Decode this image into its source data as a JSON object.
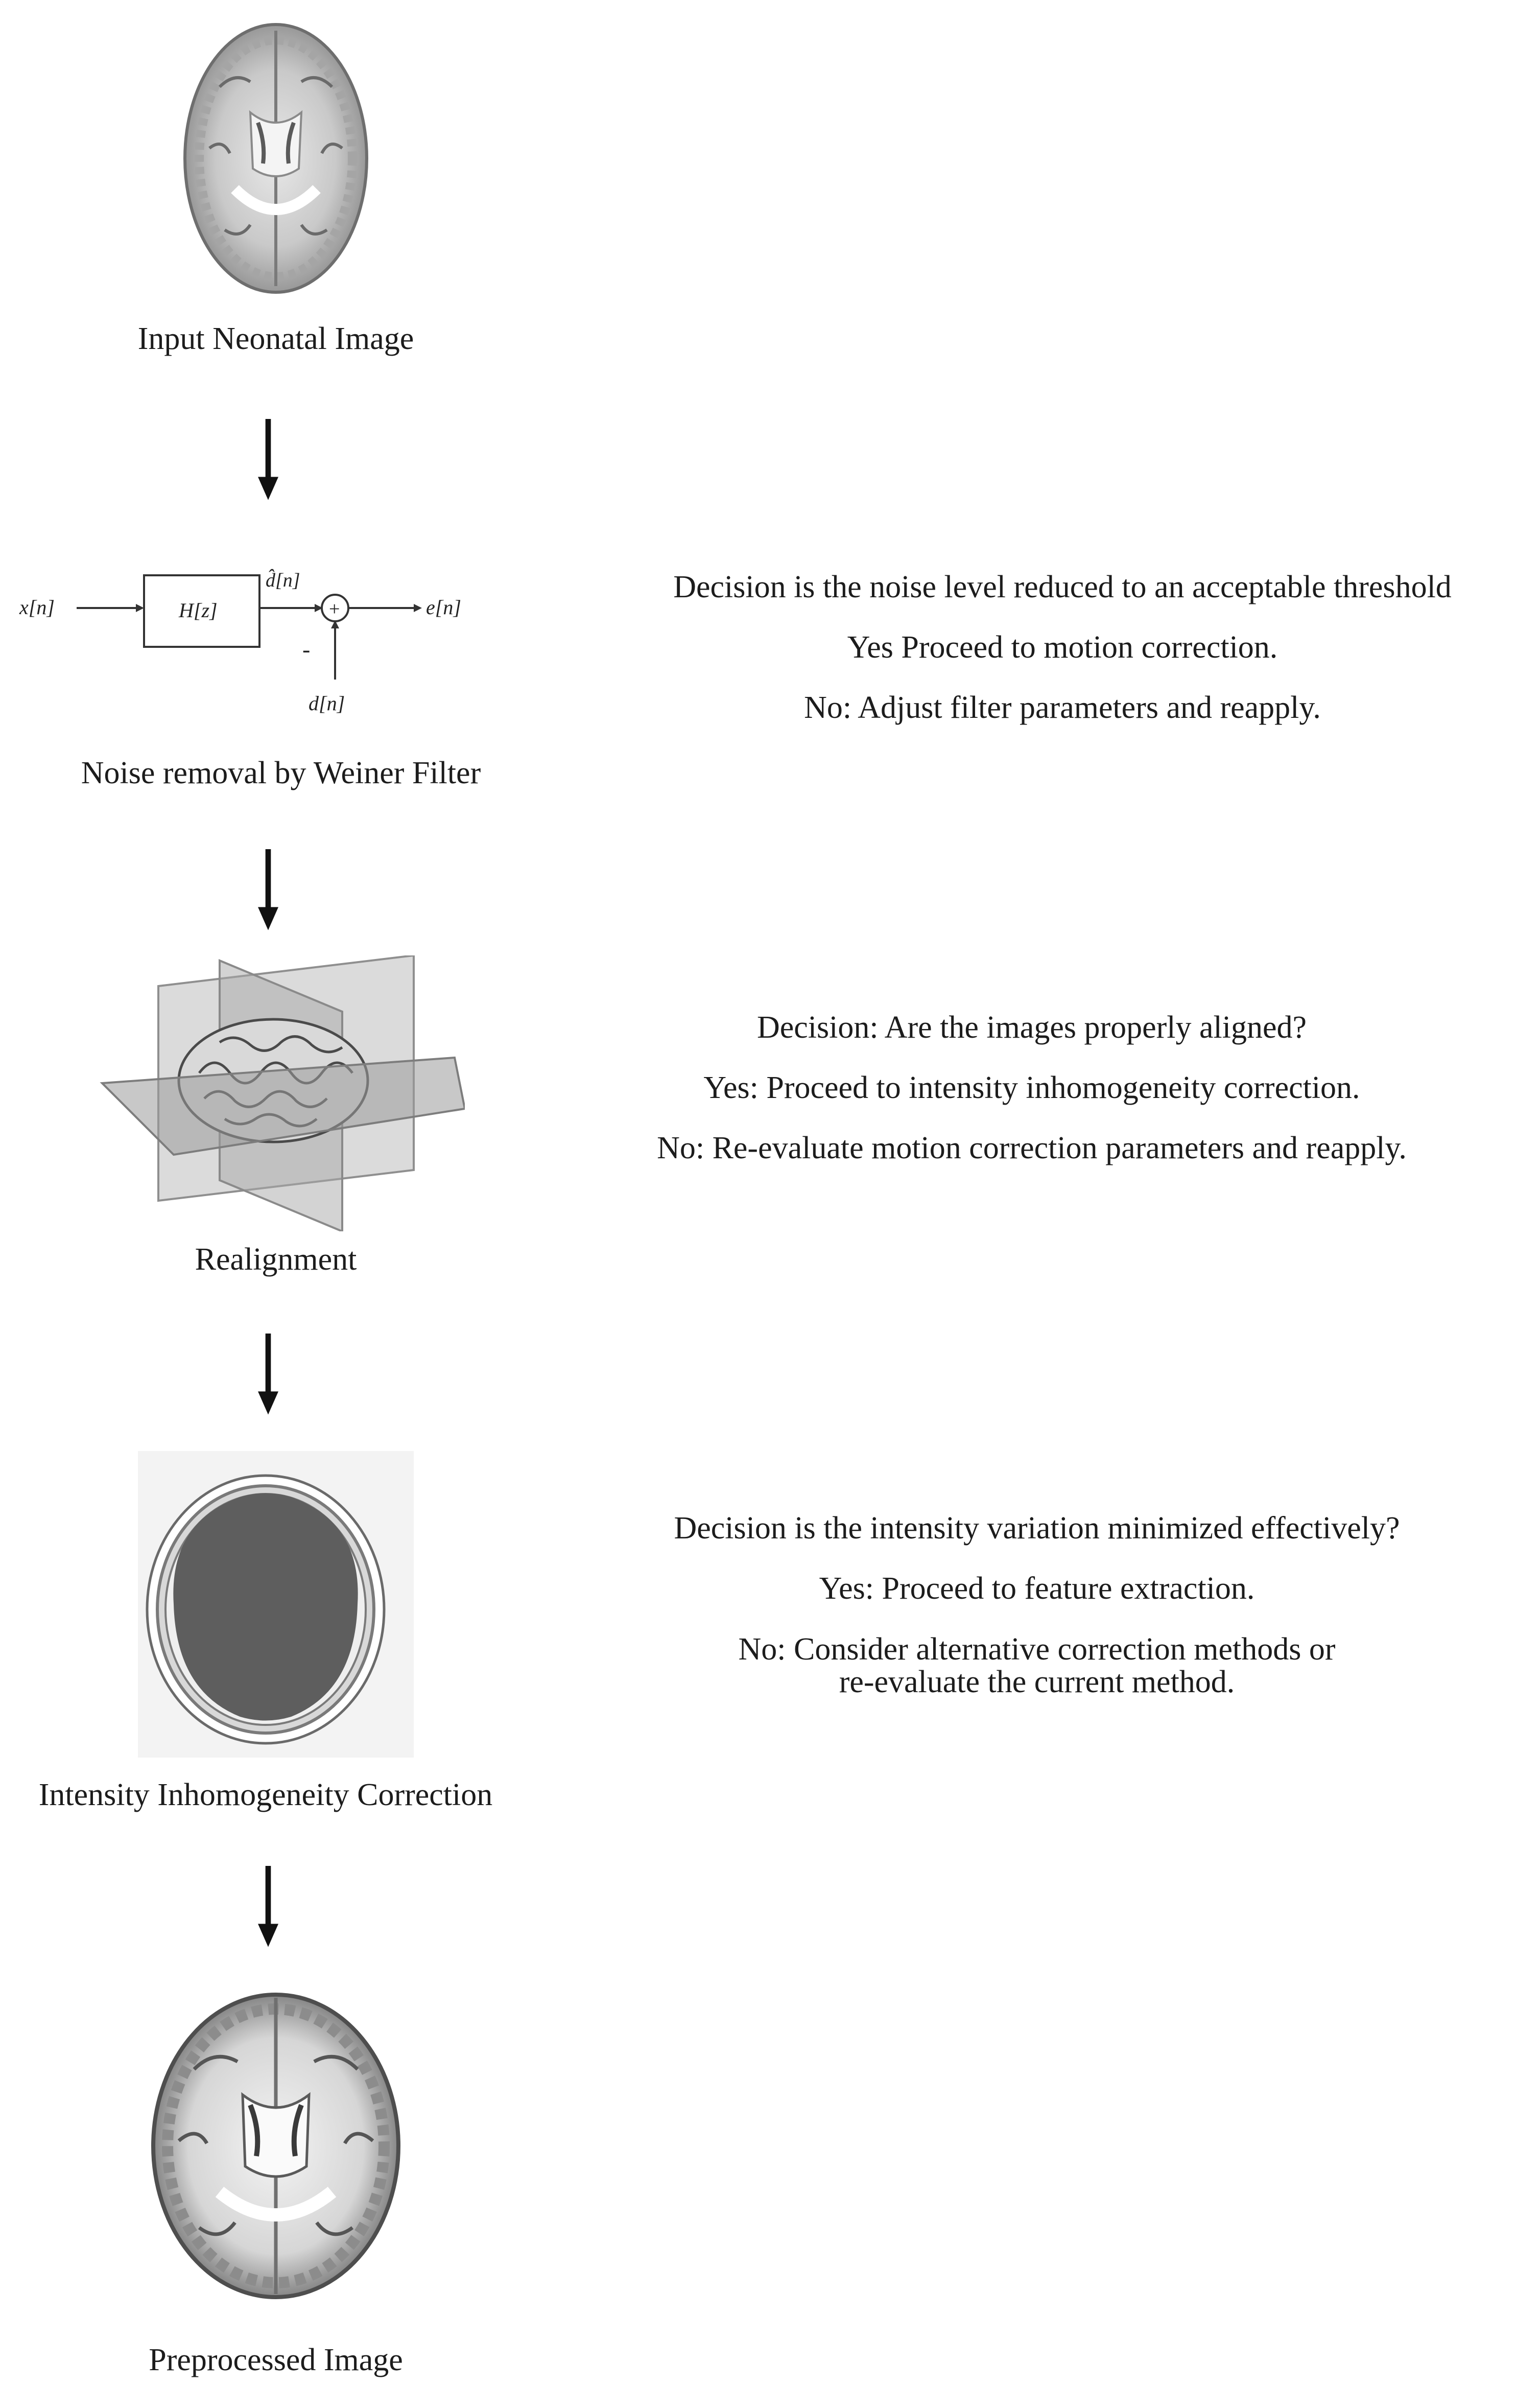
{
  "steps": [
    {
      "label": "Input Neonatal Image",
      "figure": "neonatal-brain-mri-axial"
    },
    {
      "label": "Noise removal by Weiner Filter",
      "figure": "wiener-filter-block-diagram",
      "diagram": {
        "input": "x[n]",
        "filter": "H[z]",
        "estimate": "d̂[n]",
        "sum": "+",
        "minus": "-",
        "desired": "d[n]",
        "error": "e[n]"
      }
    },
    {
      "label": "Realignment",
      "figure": "3d-brain-with-orthogonal-planes"
    },
    {
      "label": "Intensity Inhomogeneity Correction",
      "figure": "skull-cross-section"
    },
    {
      "label": "Preprocessed Image",
      "figure": "preprocessed-brain-mri-axial"
    }
  ],
  "decisions": [
    {
      "question": "Decision is the noise level reduced to an acceptable threshold",
      "yes": "Yes Proceed to motion correction.",
      "no": "No: Adjust filter parameters and reapply."
    },
    {
      "question": "Decision: Are the images properly aligned?",
      "yes": "Yes: Proceed to intensity inhomogeneity correction.",
      "no": "No: Re-evaluate motion correction parameters and reapply."
    },
    {
      "question": "Decision is the intensity variation minimized effectively?",
      "yes": "Yes: Proceed to feature extraction.",
      "no_line1": "No: Consider alternative correction methods or",
      "no_line2": "re-evaluate the current method."
    }
  ],
  "colors": {
    "text": "#1c1c1c",
    "arrow": "#111111",
    "plane": "#9a9a9a",
    "skull_fill": "#5e5e5e"
  }
}
